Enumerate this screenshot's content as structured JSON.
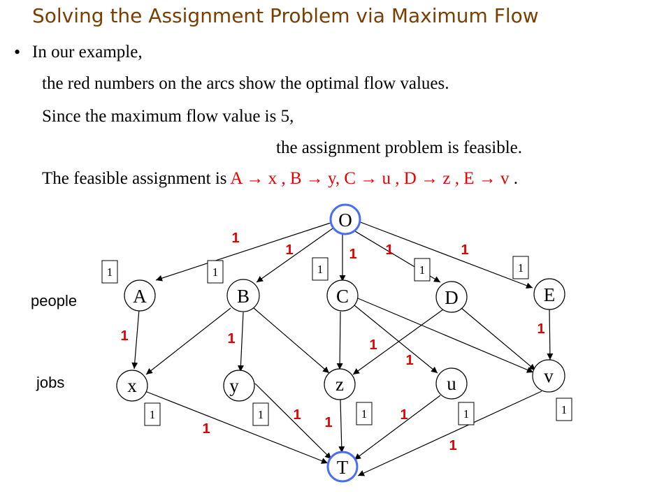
{
  "title": "Solving the Assignment Problem via Maximum Flow",
  "bullet_symbol": "•",
  "lines": {
    "l1": "In our example,",
    "l2": "the red numbers on the arcs show the optimal flow values.",
    "l3": "Since the maximum flow value is 5,",
    "l4": "the assignment problem is feasible.",
    "l5_prefix": "The feasible assignment is ",
    "l5_assignment": "A → x , B → y, C → u , D → z , E → v",
    "l5_suffix": " ."
  },
  "labels": {
    "people": "people",
    "jobs": "jobs"
  },
  "colors": {
    "title": "#7a3f00",
    "flow": "#e00000",
    "highlight_node": "#4a6cf7"
  },
  "nodes": {
    "O": "O",
    "T": "T",
    "A": "A",
    "B": "B",
    "C": "C",
    "D": "D",
    "E": "E",
    "x": "x",
    "y": "y",
    "z": "z",
    "u": "u",
    "v": "v"
  },
  "capacities": {
    "OA": "1",
    "OB": "1",
    "OC": "1",
    "OD": "1",
    "OE": "1",
    "xT": "1",
    "yT": "1",
    "zT": "1",
    "uT": "1",
    "vT": "1"
  },
  "flows": {
    "OA": "1",
    "OB": "1",
    "OC": "1",
    "OD": "1",
    "OE": "1",
    "Ax": "1",
    "By": "1",
    "Dz": "1",
    "Cu": "1",
    "Ev": "1",
    "xT": "1",
    "yT": "1",
    "zT": "1",
    "uT": "1",
    "vT": "1"
  }
}
